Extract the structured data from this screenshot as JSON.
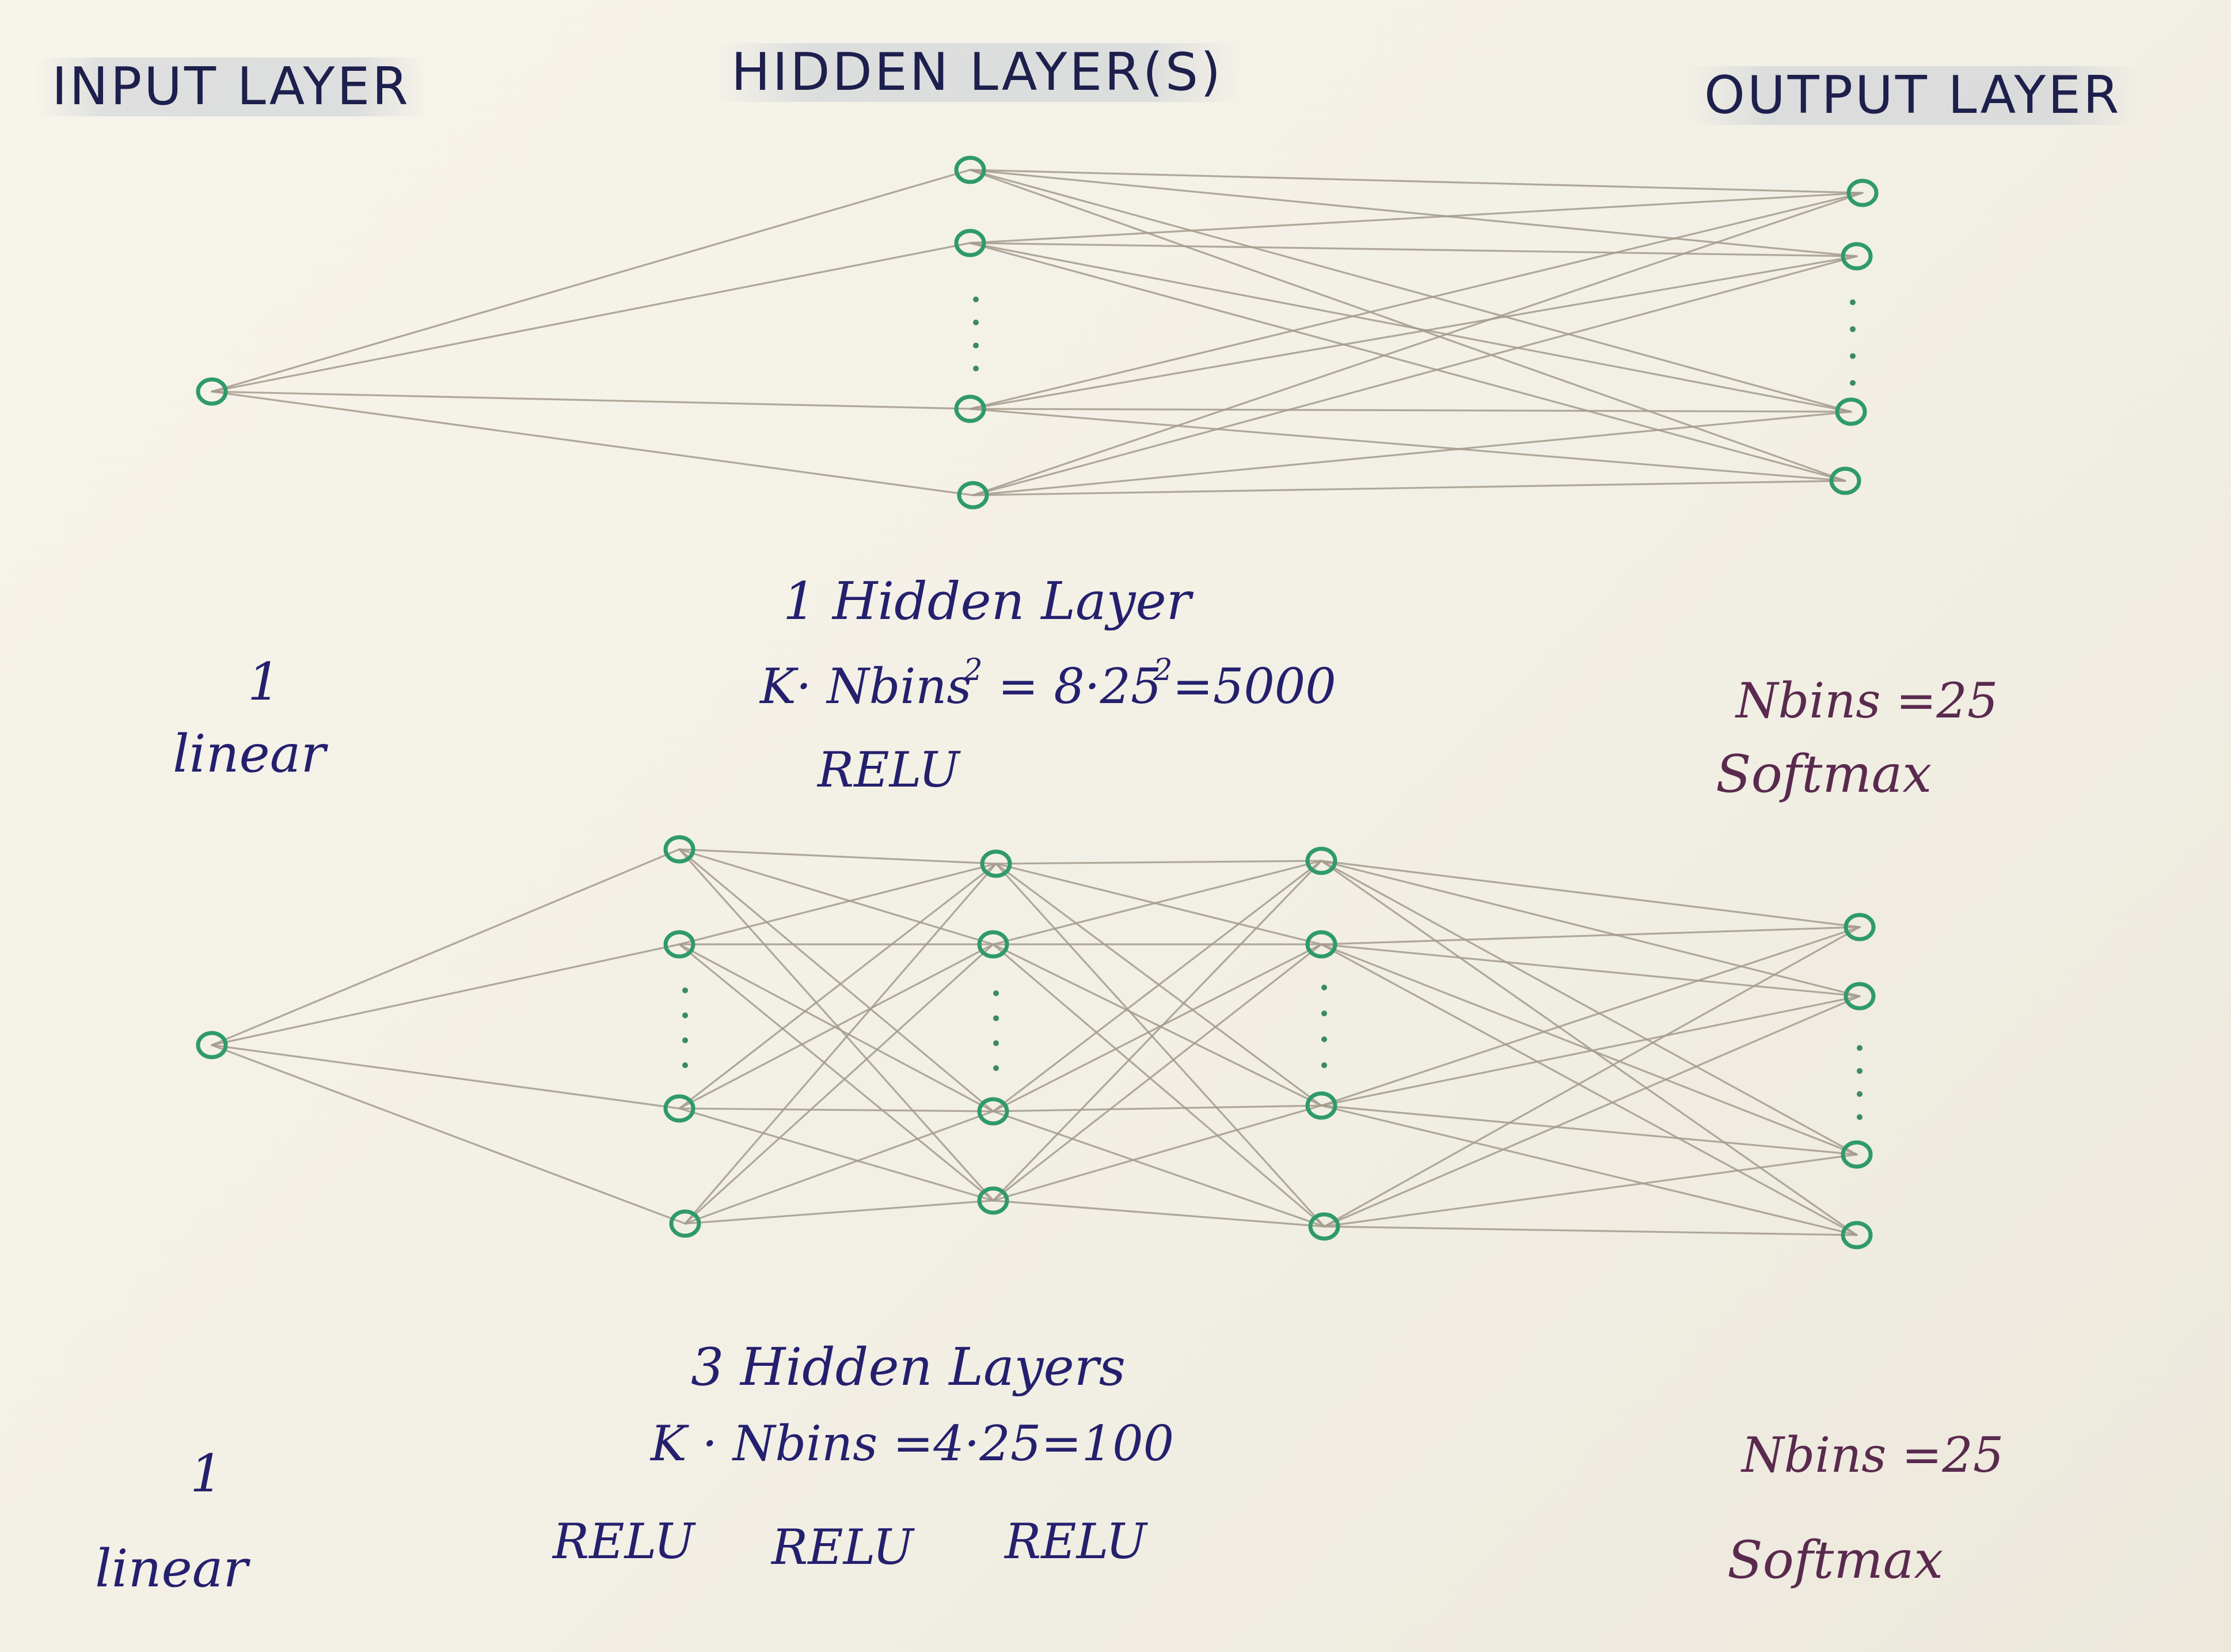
{
  "headers": {
    "input": "INPUT LAYER",
    "hidden": "HIDDEN LAYER(S)",
    "output": "OUTPUT LAYER"
  },
  "top_network": {
    "input_count": "1",
    "input_activation": "linear",
    "title": "1 Hidden Layer",
    "formula": {
      "lhs": "K· Nbins",
      "lhs_exp": "2",
      "mid": "= 8·25",
      "mid_exp": "2",
      "rhs": "=5000"
    },
    "hidden_activation": "RELU",
    "output_size": "Nbins =25",
    "output_activation": "Softmax"
  },
  "bottom_network": {
    "input_count": "1",
    "input_activation": "linear",
    "title": "3 Hidden Layers",
    "formula": "K · Nbins =4·25=100",
    "hidden_activations": [
      "RELU",
      "RELU",
      "RELU"
    ],
    "output_size": "Nbins =25",
    "output_activation": "Softmax"
  },
  "colors": {
    "node_stroke": "#2f9a6a",
    "edge": "#a49b8c",
    "ink_navy": "#24206e",
    "ink_purple": "#5a2a4e"
  }
}
